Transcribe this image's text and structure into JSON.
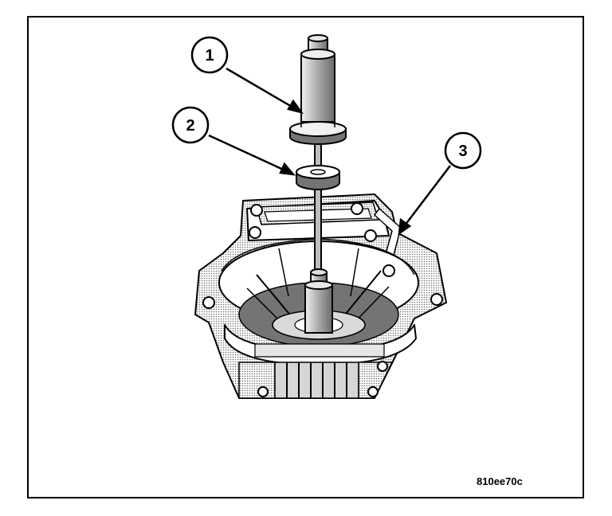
{
  "callouts": [
    {
      "id": "1",
      "label": "1"
    },
    {
      "id": "2",
      "label": "2"
    },
    {
      "id": "3",
      "label": "3"
    }
  ],
  "figure_id": "810ee70c",
  "colors": {
    "line": "#000000",
    "shade": "#8a8a8a",
    "light": "#c8c8c8",
    "background": "#ffffff"
  }
}
